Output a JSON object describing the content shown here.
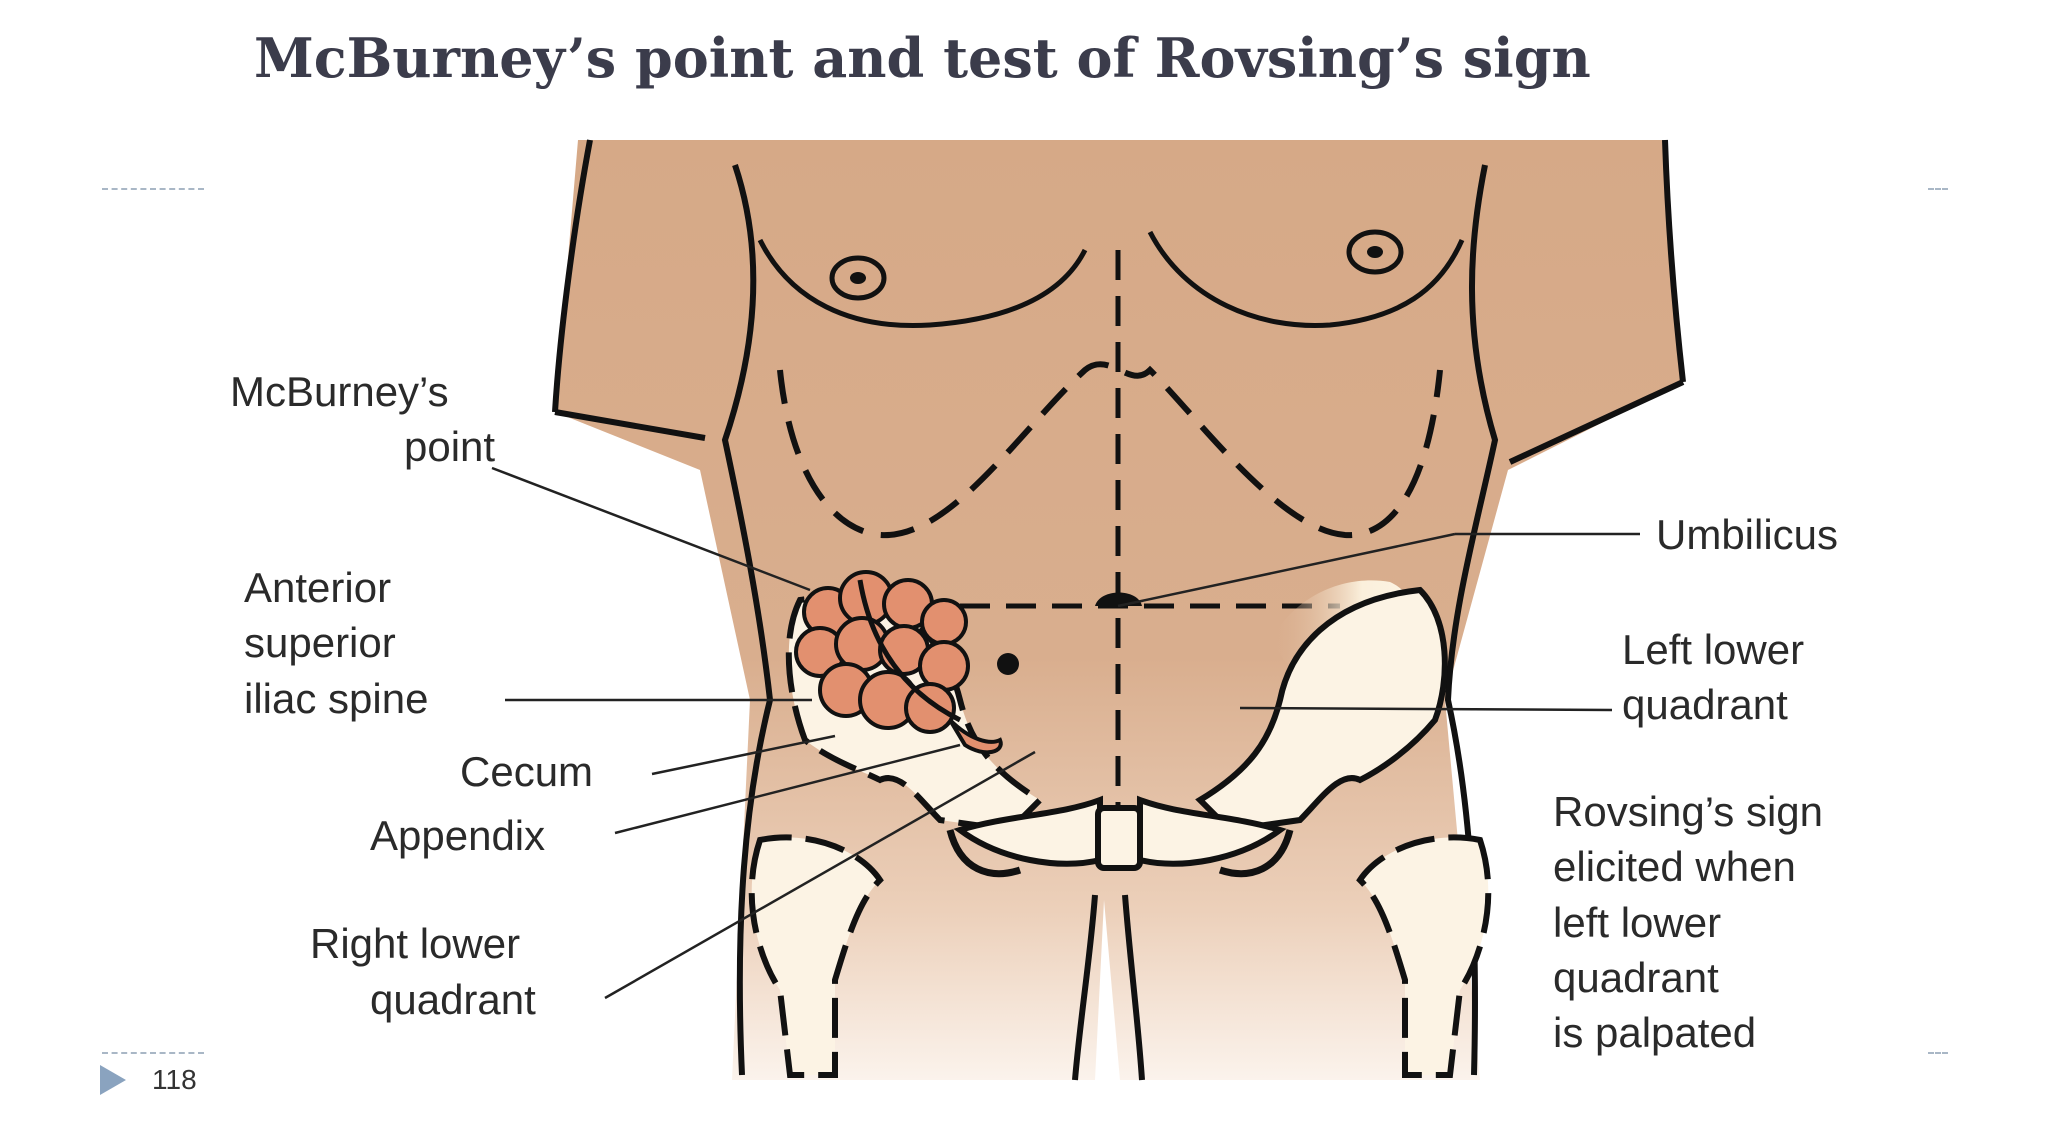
{
  "slide": {
    "title": "McBurney’s point and test of Rovsing’s sign",
    "number": "118"
  },
  "figure": {
    "labels": {
      "mcburney_line1": "McBurney’s",
      "mcburney_line2": "point",
      "asis_line1": "Anterior",
      "asis_line2": "superior",
      "asis_line3": "iliac spine",
      "cecum": "Cecum",
      "appendix": "Appendix",
      "rlq_line1": "Right lower",
      "rlq_line2": "quadrant",
      "umbilicus": "Umbilicus",
      "llq_line1": "Left lower",
      "llq_line2": "quadrant",
      "rovsing_line1": "Rovsing’s sign",
      "rovsing_line2": "elicited when",
      "rovsing_line3": "left lower",
      "rovsing_line4": "quadrant",
      "rovsing_line5": "is palpated"
    },
    "colors": {
      "skin": "#d9ab8a",
      "skin_light": "#f1dccb",
      "bone": "#fcf3e4",
      "cecum": "#e2906f",
      "outline": "#111111"
    }
  }
}
